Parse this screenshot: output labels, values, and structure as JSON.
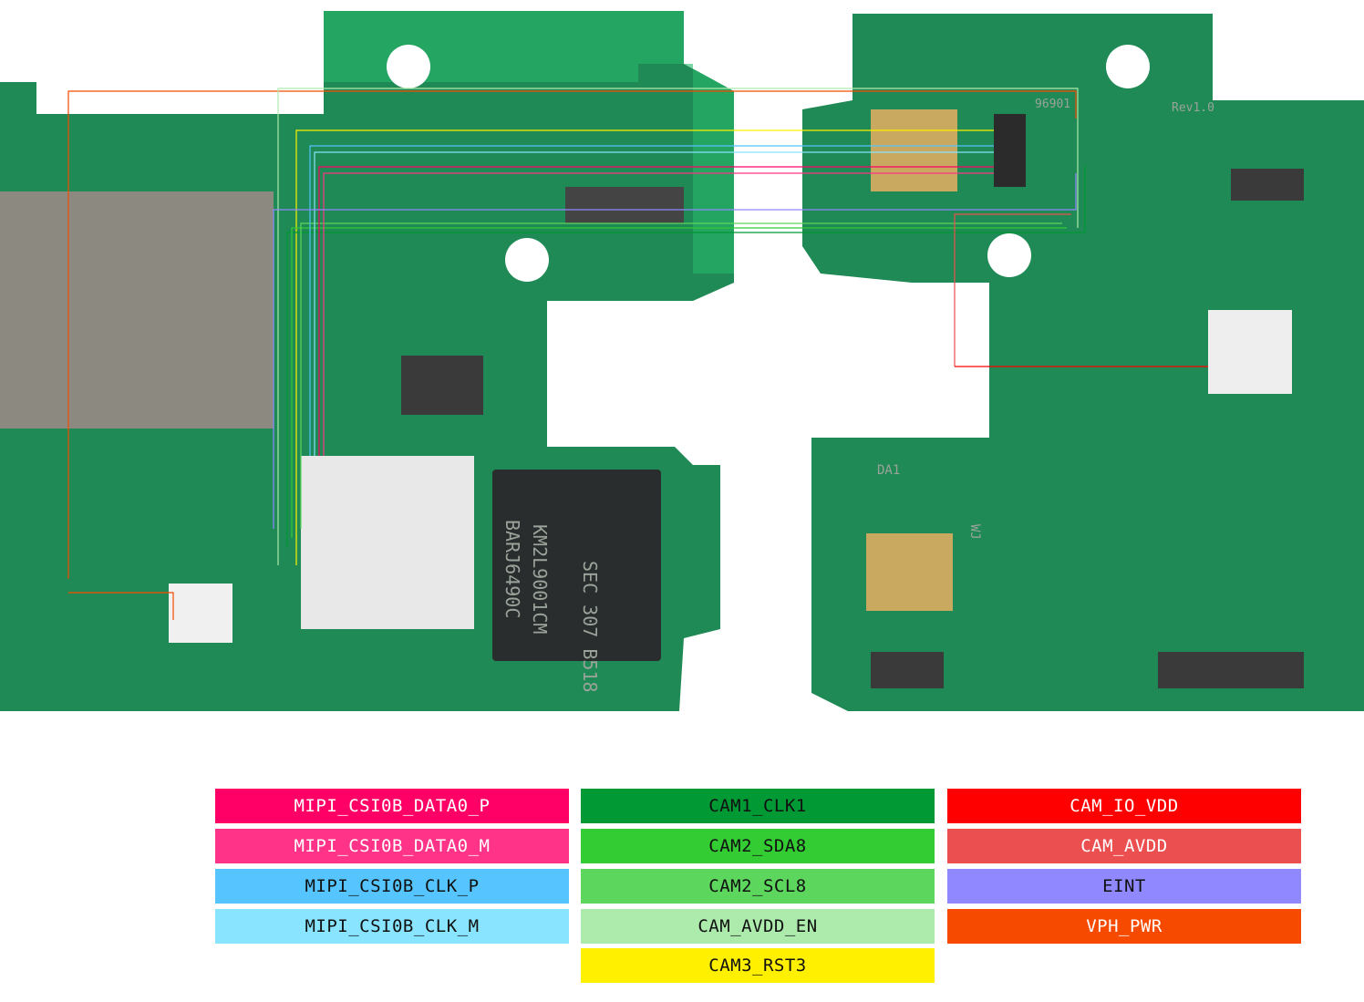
{
  "board": {
    "labels": {
      "memory_chip_1": "KM2L9001CM",
      "memory_chip_2": "SEC 307 B518",
      "memory_chip_3": "BARJ6490C",
      "board_code": "96901",
      "revision": "Rev1.0",
      "designator_da1": "DA1",
      "designator_wj": "WJ"
    }
  },
  "legend": {
    "columns": [
      [
        {
          "label": "MIPI_CSI0B_DATA0_P",
          "color": "#ff0066",
          "text_color": "#ffffff"
        },
        {
          "label": "MIPI_CSI0B_DATA0_M",
          "color": "#ff3388",
          "text_color": "#ffffff"
        },
        {
          "label": "MIPI_CSI0B_CLK_P",
          "color": "#55c4ff",
          "text_color": "#111111"
        },
        {
          "label": "MIPI_CSI0B_CLK_M",
          "color": "#88e4ff",
          "text_color": "#111111"
        }
      ],
      [
        {
          "label": "CAM1_CLK1",
          "color": "#009933",
          "text_color": "#111111"
        },
        {
          "label": "CAM2_SDA8",
          "color": "#33cc33",
          "text_color": "#111111"
        },
        {
          "label": "CAM2_SCL8",
          "color": "#5cd65c",
          "text_color": "#111111"
        },
        {
          "label": "CAM_AVDD_EN",
          "color": "#adebad",
          "text_color": "#111111"
        },
        {
          "label": "CAM3_RST3",
          "color": "#fff000",
          "text_color": "#111111"
        }
      ],
      [
        {
          "label": "CAM_IO_VDD",
          "color": "#ff0000",
          "text_color": "#ffffff"
        },
        {
          "label": "CAM_AVDD",
          "color": "#eb4f4f",
          "text_color": "#ffffff"
        },
        {
          "label": "EINT",
          "color": "#9088ff",
          "text_color": "#111111"
        },
        {
          "label": "VPH_PWR",
          "color": "#f54a00",
          "text_color": "#ffffff"
        }
      ]
    ]
  }
}
